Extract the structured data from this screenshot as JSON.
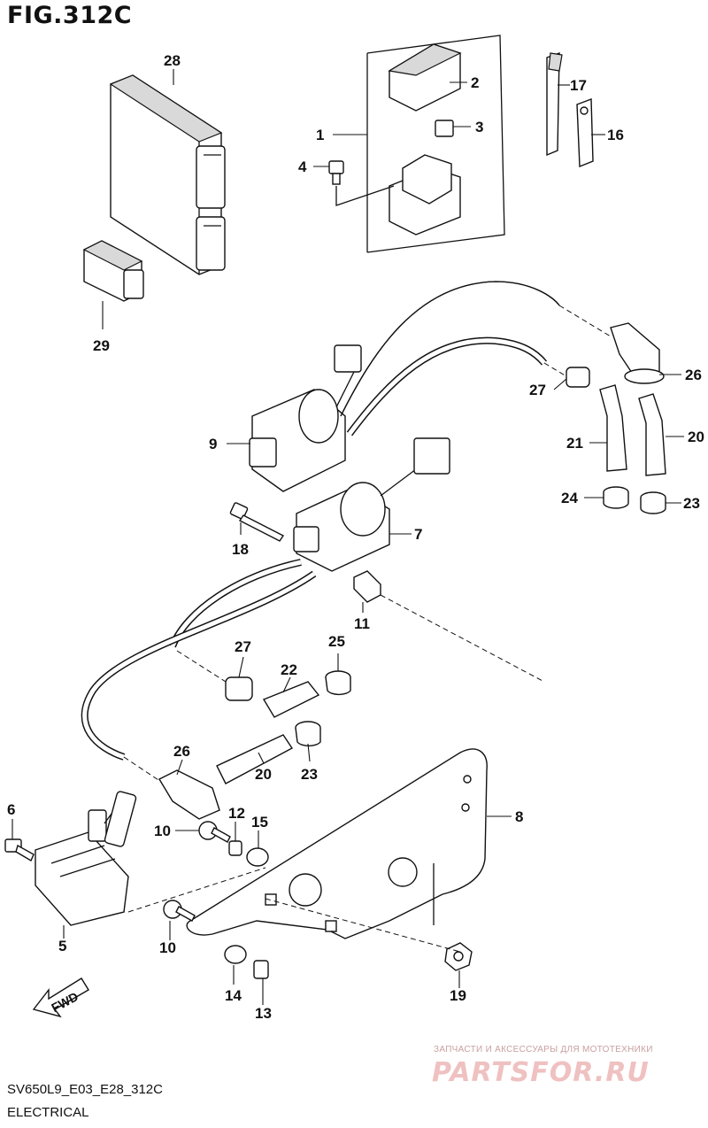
{
  "figure": {
    "title": "FIG.312C",
    "code": "SV650L9_E03_E28_312C",
    "name": "ELECTRICAL"
  },
  "callouts": [
    "1",
    "2",
    "3",
    "4",
    "5",
    "6",
    "7",
    "8",
    "9",
    "10",
    "10",
    "11",
    "12",
    "13",
    "14",
    "15",
    "16",
    "17",
    "18",
    "19",
    "20",
    "20",
    "21",
    "22",
    "23",
    "23",
    "24",
    "25",
    "26",
    "26",
    "27",
    "27",
    "28",
    "29"
  ],
  "fwd_label": "FWD",
  "watermark": {
    "tagline": "ЗАПЧАСТИ И АКСЕССУАРЫ ДЛЯ МОТОТЕХНИКИ",
    "logo": "PARTSFOR.RU"
  }
}
